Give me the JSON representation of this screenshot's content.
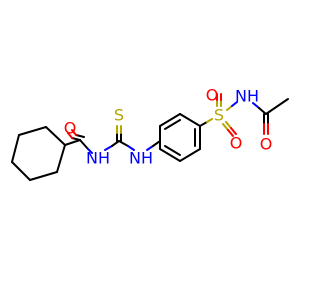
{
  "structure": {
    "atoms": {
      "carbonyl_o_left": "O",
      "amide_n_left": "NH",
      "thio_s": "S",
      "thiourea_n_right": "NH",
      "sulfonyl_s": "S",
      "sulfonyl_o_top": "O",
      "sulfonyl_o_bottom": "O",
      "sulfonamide_n": "NH",
      "carbonyl_o_right": "O"
    }
  },
  "colors": {
    "bond": "#000000",
    "oxygen": "#ff0000",
    "nitrogen": "#0000ff",
    "sulfur": "#b5a600"
  }
}
